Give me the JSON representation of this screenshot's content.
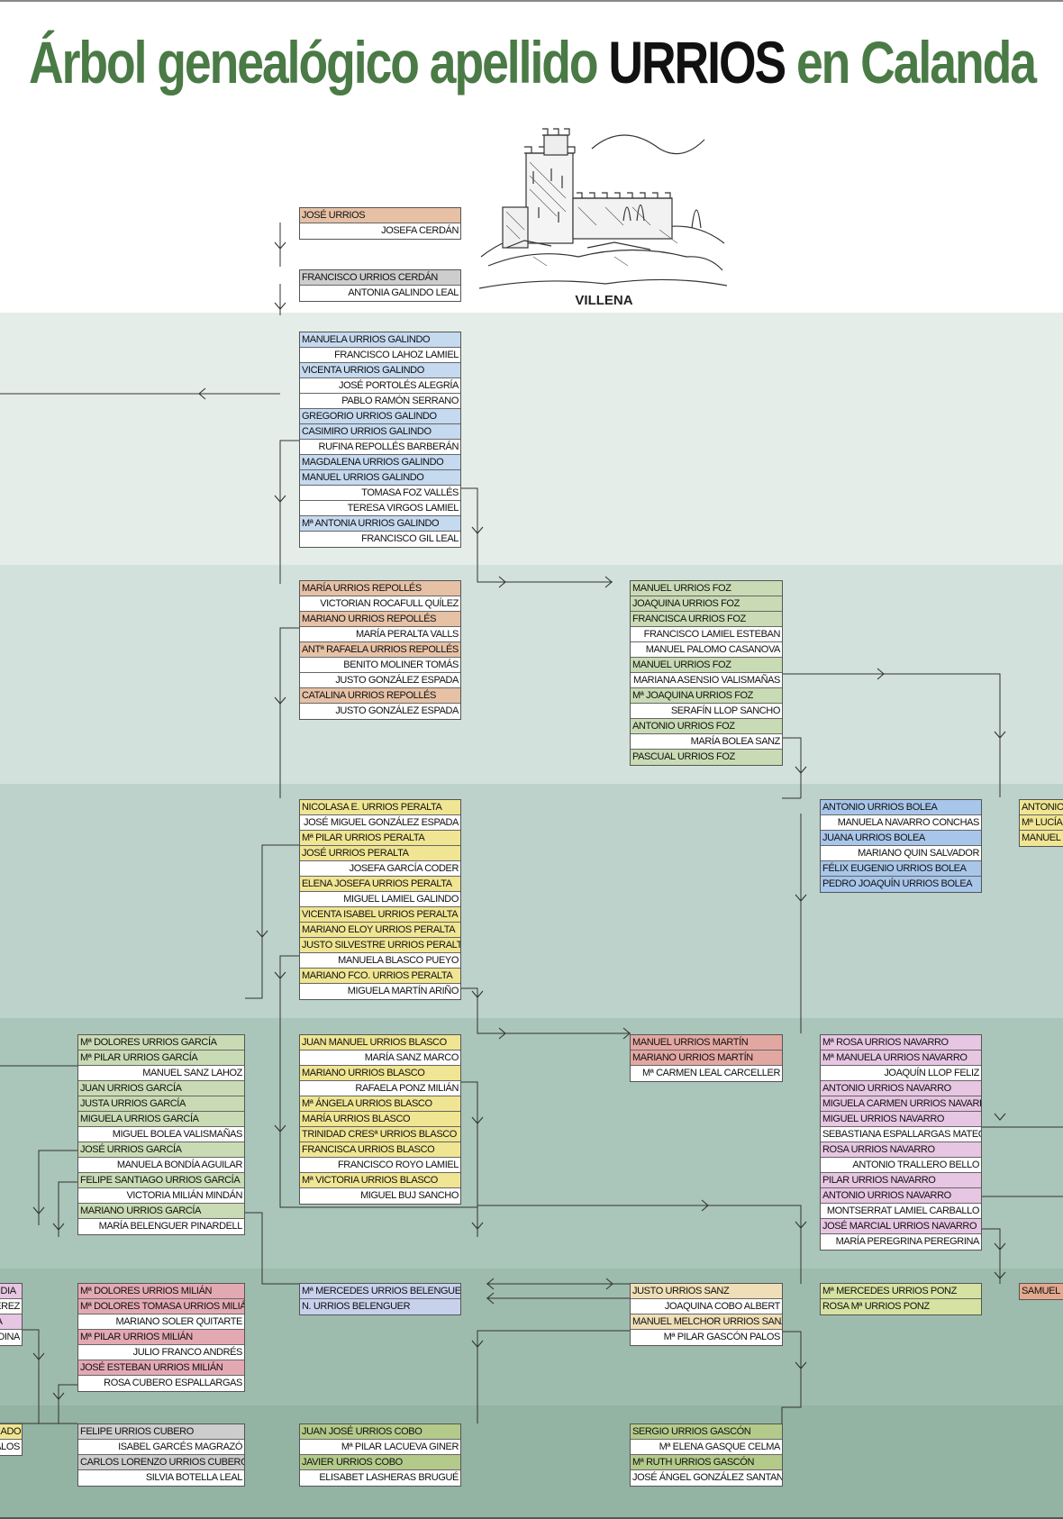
{
  "title": {
    "part1": "Árbol genealógico apellido ",
    "surname": "URRIOS",
    "part2": " en Calanda"
  },
  "castle_label": "VILLENA",
  "colors": {
    "title_green": "#4a7a45",
    "gen": {
      "orange": "#e6c1a6",
      "blue": "#c5d9ef",
      "green": "#c9dbb4",
      "yellow": "#f0e592",
      "blue2": "#a8c6ea",
      "pink": "#e6c6e2",
      "rose": "#e3a7a2",
      "rose2": "#e3a9b3",
      "lav": "#c8d1ec",
      "peach": "#efdfb8",
      "lime": "#d6e2a2",
      "grey": "#cdcdcd",
      "olive": "#b3ca8a",
      "salmon": "#e3a98f"
    },
    "bands": [
      "#ffffff",
      "#e4ede7",
      "#d2e1dc",
      "#bcd2cb",
      "#aac5ba",
      "#9ebcae",
      "#93b3a3"
    ]
  },
  "families": [
    {
      "id": "f1",
      "rows": [
        {
          "name": "JOSÉ URRIOS",
          "c": "orange"
        },
        {
          "name": "JOSEFA CERDÁN",
          "sp": true
        }
      ]
    },
    {
      "id": "f2",
      "rows": [
        {
          "name": "FRANCISCO URRIOS CERDÁN",
          "c": "grey"
        },
        {
          "name": "ANTONIA GALINDO LEAL",
          "sp": true
        }
      ]
    },
    {
      "id": "f3",
      "rows": [
        {
          "name": "MANUELA URRIOS GALINDO",
          "c": "blue"
        },
        {
          "name": "FRANCISCO LAHOZ LAMIEL",
          "sp": true
        },
        {
          "name": "VICENTA URRIOS GALINDO",
          "c": "blue"
        },
        {
          "name": "JOSÉ PORTOLÉS ALEGRÍA",
          "sp": true
        },
        {
          "name": "PABLO RAMÓN SERRANO",
          "sp": true
        },
        {
          "name": "GREGORIO URRIOS GALINDO",
          "c": "blue"
        },
        {
          "name": "CASIMIRO URRIOS GALINDO",
          "c": "blue"
        },
        {
          "name": "RUFINA REPOLLÉS BARBERÁN",
          "sp": true
        },
        {
          "name": "MAGDALENA URRIOS GALINDO",
          "c": "blue"
        },
        {
          "name": "MANUEL URRIOS GALINDO",
          "c": "blue"
        },
        {
          "name": "TOMASA FOZ VALLÉS",
          "sp": true
        },
        {
          "name": "TERESA VIRGOS LAMIEL",
          "sp": true
        },
        {
          "name": "Mª ANTONIA URRIOS GALINDO",
          "c": "blue"
        },
        {
          "name": "FRANCISCO GIL LEAL",
          "sp": true
        }
      ]
    },
    {
      "id": "f4",
      "rows": [
        {
          "name": "MARÍA URRIOS REPOLLÉS",
          "c": "orange"
        },
        {
          "name": "VICTORIAN ROCAFULL QUÍLEZ",
          "sp": true
        },
        {
          "name": "MARIANO URRIOS REPOLLÉS",
          "c": "orange"
        },
        {
          "name": "MARÍA PERALTA VALLS",
          "sp": true
        },
        {
          "name": "ANTª RAFAELA URRIOS REPOLLÉS",
          "c": "orange"
        },
        {
          "name": "BENITO MOLINER TOMÁS",
          "sp": true
        },
        {
          "name": "JUSTO GONZÁLEZ ESPADA",
          "sp": true
        },
        {
          "name": "CATALINA URRIOS REPOLLÉS",
          "c": "orange"
        },
        {
          "name": "JUSTO GONZÁLEZ ESPADA",
          "sp": true
        }
      ]
    },
    {
      "id": "f5",
      "rows": [
        {
          "name": "MANUEL URRIOS FOZ",
          "c": "green"
        },
        {
          "name": "JOAQUINA URRIOS FOZ",
          "c": "green"
        },
        {
          "name": "FRANCISCA URRIOS FOZ",
          "c": "green"
        },
        {
          "name": "FRANCISCO LAMIEL ESTEBAN",
          "sp": true
        },
        {
          "name": "MANUEL PALOMO CASANOVA",
          "sp": true
        },
        {
          "name": "MANUEL URRIOS FOZ",
          "c": "green"
        },
        {
          "name": "MARIANA ASENSIO VALISMAÑAS",
          "sp": true
        },
        {
          "name": "Mª JOAQUINA URRIOS FOZ",
          "c": "green"
        },
        {
          "name": "SERAFÍN LLOP SANCHO",
          "sp": true
        },
        {
          "name": "ANTONIO URRIOS FOZ",
          "c": "green"
        },
        {
          "name": "MARÍA BOLEA SANZ",
          "sp": true
        },
        {
          "name": "PASCUAL URRIOS FOZ",
          "c": "green"
        }
      ]
    },
    {
      "id": "f6",
      "rows": [
        {
          "name": "NICOLASA E. URRIOS PERALTA",
          "c": "yellow"
        },
        {
          "name": "JOSÉ MIGUEL GONZÁLEZ ESPADA",
          "sp": true
        },
        {
          "name": "Mª PILAR URRIOS PERALTA",
          "c": "yellow"
        },
        {
          "name": "JOSÉ URRIOS PERALTA",
          "c": "yellow"
        },
        {
          "name": "JOSEFA GARCÍA CODER",
          "sp": true
        },
        {
          "name": "ELENA JOSEFA URRIOS PERALTA",
          "c": "yellow"
        },
        {
          "name": "MIGUEL LAMIEL GALINDO",
          "sp": true
        },
        {
          "name": "VICENTA ISABEL URRIOS PERALTA",
          "c": "yellow"
        },
        {
          "name": "MARIANO ELOY URRIOS PERALTA",
          "c": "yellow"
        },
        {
          "name": "JUSTO SILVESTRE URRIOS PERALTA",
          "c": "yellow"
        },
        {
          "name": "MANUELA BLASCO PUEYO",
          "sp": true
        },
        {
          "name": "MARIANO FCO. URRIOS PERALTA",
          "c": "yellow"
        },
        {
          "name": "MIGUELA MARTÍN ARIÑO",
          "sp": true
        }
      ]
    },
    {
      "id": "f7",
      "rows": [
        {
          "name": "ANTONIO URRIOS BOLEA",
          "c": "blue2"
        },
        {
          "name": "MANUELA NAVARRO CONCHAS",
          "sp": true
        },
        {
          "name": "JUANA URRIOS BOLEA",
          "c": "blue2"
        },
        {
          "name": "MARIANO QUIN SALVADOR",
          "sp": true
        },
        {
          "name": "FÉLIX EUGENIO URRIOS BOLEA",
          "c": "blue2"
        },
        {
          "name": "PEDRO JOAQUÍN URRIOS BOLEA",
          "c": "blue2"
        }
      ]
    },
    {
      "id": "f8",
      "rows": [
        {
          "name": "ANTONIO URRIOS",
          "c": "yellow"
        },
        {
          "name": "Mª LUCÍA URRIOS",
          "c": "yellow"
        },
        {
          "name": "MANUEL URRIOS",
          "c": "yellow"
        }
      ]
    },
    {
      "id": "f9",
      "rows": [
        {
          "name": "Mª DOLORES URRIOS GARCÍA",
          "c": "green"
        },
        {
          "name": "Mª PILAR URRIOS GARCÍA",
          "c": "green"
        },
        {
          "name": "MANUEL SANZ LAHOZ",
          "sp": true
        },
        {
          "name": "JUAN URRIOS GARCÍA",
          "c": "green"
        },
        {
          "name": "JUSTA URRIOS GARCÍA",
          "c": "green"
        },
        {
          "name": "MIGUELA URRIOS GARCÍA",
          "c": "green"
        },
        {
          "name": "MIGUEL BOLEA VALISMAÑAS",
          "sp": true
        },
        {
          "name": "JOSÉ URRIOS GARCÍA",
          "c": "green"
        },
        {
          "name": "MANUELA BONDÍA AGUILAR",
          "sp": true
        },
        {
          "name": "FELIPE SANTIAGO URRIOS GARCÍA",
          "c": "green"
        },
        {
          "name": "VICTORIA MILIÁN MINDÁN",
          "sp": true
        },
        {
          "name": "MARIANO URRIOS GARCÍA",
          "c": "green"
        },
        {
          "name": "MARÍA BELENGUER PINARDELL",
          "sp": true
        }
      ]
    },
    {
      "id": "f10",
      "rows": [
        {
          "name": "JUAN MANUEL URRIOS BLASCO",
          "c": "yellow"
        },
        {
          "name": "MARÍA SANZ MARCO",
          "sp": true
        },
        {
          "name": "MARIANO URRIOS BLASCO",
          "c": "yellow"
        },
        {
          "name": "RAFAELA PONZ MILIÁN",
          "sp": true
        },
        {
          "name": "Mª ÁNGELA URRIOS BLASCO",
          "c": "yellow"
        },
        {
          "name": "MARÍA URRIOS BLASCO",
          "c": "yellow"
        },
        {
          "name": "TRINIDAD CRESª URRIOS BLASCO",
          "c": "yellow"
        },
        {
          "name": "FRANCISCA URRIOS BLASCO",
          "c": "yellow"
        },
        {
          "name": "FRANCISCO ROYO LAMIEL",
          "sp": true
        },
        {
          "name": "Mª VICTORIA URRIOS BLASCO",
          "c": "yellow"
        },
        {
          "name": "MIGUEL BUJ SANCHO",
          "sp": true
        }
      ]
    },
    {
      "id": "f11",
      "rows": [
        {
          "name": "MANUEL URRIOS MARTÍN",
          "c": "rose"
        },
        {
          "name": "MARIANO URRIOS MARTÍN",
          "c": "rose"
        },
        {
          "name": "Mª CARMEN LEAL CARCELLER",
          "sp": true
        }
      ]
    },
    {
      "id": "f12",
      "rows": [
        {
          "name": "Mª ROSA URRIOS NAVARRO",
          "c": "pink"
        },
        {
          "name": "Mª MANUELA URRIOS NAVARRO",
          "c": "pink"
        },
        {
          "name": "JOAQUÍN LLOP FELIZ",
          "sp": true
        },
        {
          "name": "ANTONIO URRIOS NAVARRO",
          "c": "pink"
        },
        {
          "name": "MIGUELA CARMEN URRIOS NAVARRO",
          "c": "pink"
        },
        {
          "name": "MIGUEL URRIOS NAVARRO",
          "c": "pink"
        },
        {
          "name": "SEBASTIANA ESPALLARGAS MATEO",
          "sp": true
        },
        {
          "name": "ROSA URRIOS NAVARRO",
          "c": "pink"
        },
        {
          "name": "ANTONIO TRALLERO BELLO",
          "sp": true
        },
        {
          "name": "PILAR URRIOS NAVARRO",
          "c": "pink"
        },
        {
          "name": "ANTONIO URRIOS NAVARRO",
          "c": "pink"
        },
        {
          "name": "MONTSERRAT LAMIEL CARBALLO",
          "sp": true
        },
        {
          "name": "JOSÉ MARCIAL URRIOS NAVARRO",
          "c": "pink"
        },
        {
          "name": "MARÍA PEREGRINA PEREGRINA",
          "sp": true
        }
      ]
    },
    {
      "id": "f13",
      "rows": [
        {
          "name": "NDIA",
          "c": "pink"
        },
        {
          "name": "EREZ",
          "sp": true
        },
        {
          "name": "IA",
          "c": "pink"
        },
        {
          "name": "DINA",
          "sp": true
        }
      ]
    },
    {
      "id": "f14",
      "rows": [
        {
          "name": "Mª DOLORES URRIOS MILIÁN",
          "c": "rose2"
        },
        {
          "name": "Mª DOLORES TOMASA URRIOS MILIÁN",
          "c": "rose2"
        },
        {
          "name": "MARIANO SOLER QUITARTE",
          "sp": true
        },
        {
          "name": "Mª PILAR URRIOS MILIÁN",
          "c": "rose2"
        },
        {
          "name": "JULIO FRANCO ANDRÉS",
          "sp": true
        },
        {
          "name": "JOSÉ ESTEBAN URRIOS MILIÁN",
          "c": "rose2"
        },
        {
          "name": "ROSA CUBERO ESPALLARGAS",
          "sp": true
        }
      ]
    },
    {
      "id": "f15",
      "rows": [
        {
          "name": "Mª MERCEDES URRIOS BELENGUER",
          "c": "lav"
        },
        {
          "name": "N. URRIOS BELENGUER",
          "c": "lav"
        }
      ]
    },
    {
      "id": "f16",
      "rows": [
        {
          "name": "JUSTO URRIOS SANZ",
          "c": "peach"
        },
        {
          "name": "JOAQUINA COBO ALBERT",
          "sp": true
        },
        {
          "name": "MANUEL MELCHOR URRIOS SANZ",
          "c": "peach"
        },
        {
          "name": "Mª PILAR GASCÓN PALOS",
          "sp": true
        }
      ]
    },
    {
      "id": "f17",
      "rows": [
        {
          "name": "Mª MERCEDES URRIOS PONZ",
          "c": "lime"
        },
        {
          "name": "ROSA Mª URRIOS PONZ",
          "c": "lime"
        }
      ]
    },
    {
      "id": "f18",
      "rows": [
        {
          "name": "SAMUEL URRIOS",
          "c": "salmon"
        }
      ]
    },
    {
      "id": "f19",
      "rows": [
        {
          "name": "RADO",
          "c": "yellow"
        },
        {
          "name": "ALOS",
          "sp": true
        }
      ]
    },
    {
      "id": "f20",
      "rows": [
        {
          "name": "FELIPE URRIOS CUBERO",
          "c": "grey"
        },
        {
          "name": "ISABEL GARCÉS MAGRAZÓ",
          "sp": true
        },
        {
          "name": "CARLOS LORENZO URRIOS CUBERO",
          "c": "grey"
        },
        {
          "name": "SILVIA BOTELLA LEAL",
          "sp": true
        }
      ]
    },
    {
      "id": "f21",
      "rows": [
        {
          "name": "JUAN JOSÉ URRIOS COBO",
          "c": "olive"
        },
        {
          "name": "Mª PILAR LACUEVA GINER",
          "sp": true
        },
        {
          "name": "JAVIER URRIOS COBO",
          "c": "olive"
        },
        {
          "name": "ELISABET LASHERAS BRUGUÉ",
          "sp": true
        }
      ]
    },
    {
      "id": "f22",
      "rows": [
        {
          "name": "SERGIO URRIOS GASCÓN",
          "c": "olive"
        },
        {
          "name": "Mª ELENA GASQUE CELMA",
          "sp": true
        },
        {
          "name": "Mª RUTH URRIOS GASCÓN",
          "c": "olive"
        },
        {
          "name": "JOSÉ ÁNGEL GONZÁLEZ SANTANO",
          "sp": true
        }
      ]
    }
  ]
}
